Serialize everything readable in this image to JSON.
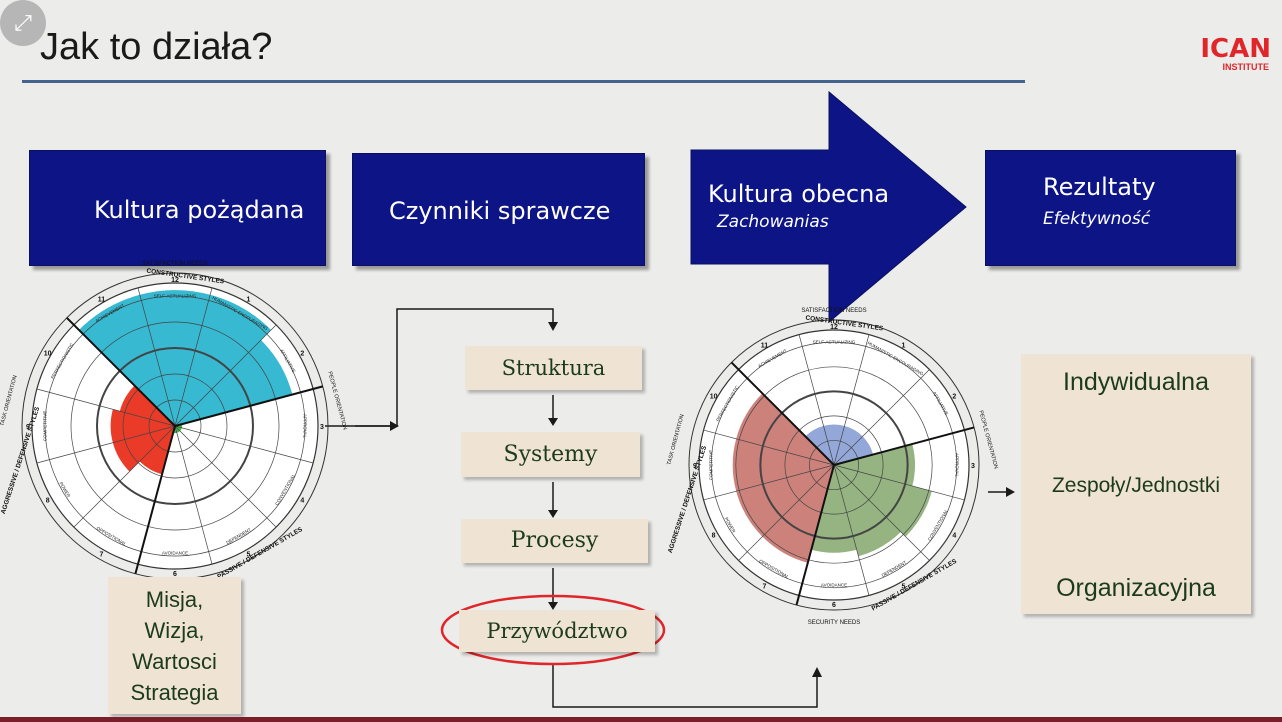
{
  "slide": {
    "title": "Jak to działa?"
  },
  "logo": {
    "main": "ICAN",
    "sub": "INSTITUTE"
  },
  "colors": {
    "navy": "#0d1486",
    "beige": "#efe3d4",
    "accent_red": "#e0262b"
  },
  "header": {
    "box1": {
      "label": "Kultura pożądana"
    },
    "box2": {
      "label": "Czynniki sprawcze"
    },
    "arrow": {
      "label": "Kultura obecna",
      "sublabel": "Zachowanias"
    },
    "box4": {
      "label": "Rezultaty",
      "sublabel": "Efektywność"
    }
  },
  "left_panel": {
    "lines": [
      "Misja,",
      "Wizja,",
      "Wartosci",
      "Strategia"
    ]
  },
  "drivers": [
    "Struktura",
    "Systemy",
    "Procesy",
    "Przywództwo"
  ],
  "results": [
    "Indywidualna",
    "Zespoły/Jednostki",
    "Organizacyjna"
  ],
  "circumplex": {
    "outer_top": "SATISFACTION NEEDS",
    "outer_bottom": "SECURITY NEEDS",
    "constructive": "CONSTRUCTIVE STYLES",
    "passive": "PASSIVE / DEFENSIVE STYLES",
    "aggressive": "AGGRESSIVE / DEFENSIVE STYLES",
    "people": "PEOPLE ORIENTATION",
    "task": "TASK ORIENTATION",
    "numbers": [
      "12",
      "1",
      "2",
      "3",
      "4",
      "5",
      "6",
      "7",
      "8",
      "9",
      "10",
      "11"
    ],
    "styles": [
      "SELF-ACTUALIZING",
      "HUMANISTIC-ENCOURAGING",
      "AFFILIATIVE",
      "APPROVAL",
      "CONVENTIONAL",
      "DEPENDENT",
      "AVOIDANCE",
      "OPPOSITIONAL",
      "POWER",
      "COMPETITIVE",
      "PERFECTIONISTIC",
      "ACHIEVEMENT"
    ]
  },
  "desired_profile": {
    "constructive": [
      0.95,
      0.95,
      0.95,
      0.85
    ],
    "passive": [
      0.05,
      0.05,
      0.05,
      0.05
    ],
    "aggressive": [
      0.35,
      0.45,
      0.45,
      0.4
    ],
    "colors": [
      "#2cb5cf",
      "#3cb043",
      "#e8301c"
    ]
  },
  "current_profile": {
    "constructive": [
      0.3,
      0.3,
      0.3,
      0.3
    ],
    "passive": [
      0.6,
      0.75,
      0.7,
      0.65
    ],
    "aggressive": [
      0.75,
      0.75,
      0.75,
      0.75
    ],
    "colors": [
      "#8da3d6",
      "#8fb07a",
      "#c97a74"
    ]
  }
}
